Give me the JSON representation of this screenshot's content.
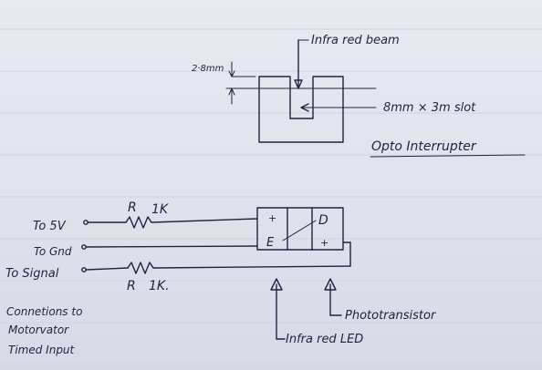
{
  "opto_view": {
    "beam_label": "Infra red beam",
    "gap_label": "2·8mm",
    "slot_label": "8mm × 3m slot",
    "title": "Opto Interrupter"
  },
  "circuit": {
    "inputs": {
      "five_volt": "To 5V",
      "ground": "To Gnd",
      "signal": "To Signal"
    },
    "resistor_top": {
      "ref": "R",
      "value": "1K"
    },
    "resistor_bottom": {
      "ref": "R",
      "value": "1K."
    },
    "module_marks": {
      "led_anode": "+",
      "emitter": "E",
      "collector_d": "D",
      "transistor_plus": "+"
    },
    "phototransistor_label": "Phototransistor",
    "led_label": "Infra red LED"
  },
  "note": {
    "line1": "Connetions to",
    "line2": "Motorvator",
    "line3": "Timed Input"
  }
}
